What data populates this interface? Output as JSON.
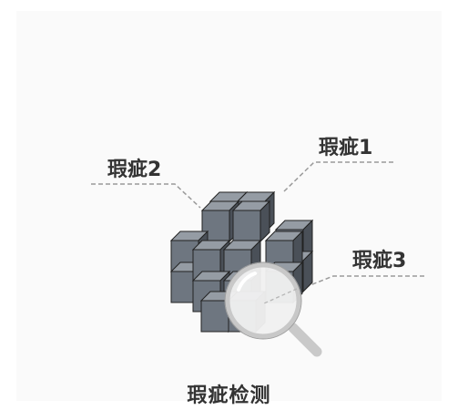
{
  "labels": {
    "defect_1": "瑕疵1",
    "defect_2": "瑕疵2",
    "defect_3": "瑕疵3"
  },
  "caption": "瑕疵检测",
  "colors": {
    "cube_front": "#6e7680",
    "cube_top": "#959ca4",
    "cube_side": "#4a5058",
    "outline": "#222222",
    "leader_line": "#9a9a9a",
    "lens_glass": "#f0f0f0",
    "lens_rim": "#c8c8c8",
    "handle": "#c9c9c9"
  },
  "icons": [
    "magnifier-icon"
  ]
}
